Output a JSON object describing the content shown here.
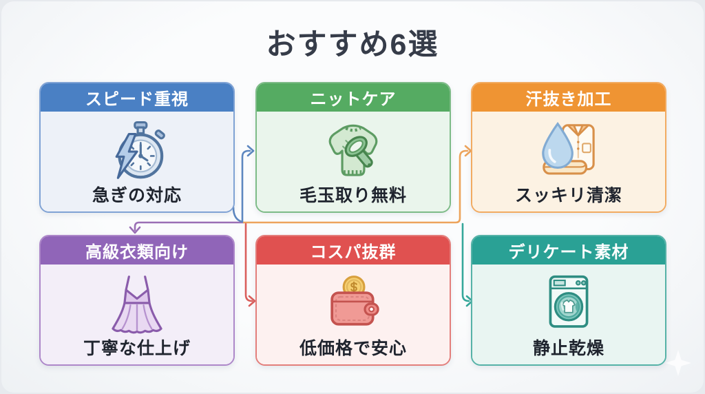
{
  "title": {
    "text": "おすすめ6選",
    "color": "#363c49"
  },
  "cards": [
    {
      "header": "スピード重視",
      "label": "急ぎの対応",
      "icon": "stopwatch-lightning-icon",
      "header_bg": "#4a80c4",
      "border": "#7fa2d4",
      "body_bg": "#edf1f8"
    },
    {
      "header": "ニットケア",
      "label": "毛玉取り無料",
      "icon": "sweater-lint-remover-icon",
      "header_bg": "#55ab62",
      "border": "#7dbb87",
      "body_bg": "#eaf5ec"
    },
    {
      "header": "汗抜き加工",
      "label": "スッキリ清潔",
      "icon": "water-drop-shirt-icon",
      "header_bg": "#ef9433",
      "border": "#f2ab61",
      "body_bg": "#fcf2e3"
    },
    {
      "header": "高級衣類向け",
      "label": "丁寧な仕上げ",
      "icon": "dress-icon",
      "header_bg": "#9065b8",
      "border": "#ad87c9",
      "body_bg": "#f3eef8"
    },
    {
      "header": "コスパ抜群",
      "label": "低価格で安心",
      "icon": "wallet-coin-icon",
      "header_bg": "#e05150",
      "border": "#e37e7b",
      "body_bg": "#fdf1f0"
    },
    {
      "header": "デリケート素材",
      "label": "静止乾燥",
      "icon": "washing-machine-icon",
      "header_bg": "#2aa195",
      "border": "#55b2a7",
      "body_bg": "#e9f5f2"
    }
  ],
  "arrows": {
    "speed_out": {
      "color": "#5d87c0"
    },
    "knit_in": {
      "color": "#5d87c0"
    },
    "luxury_in": {
      "color": "#9a6fb5"
    },
    "sweat_in": {
      "color": "#eda45c"
    },
    "cost_in": {
      "color": "#da5f5c"
    },
    "delicate_in": {
      "color": "#35a79a"
    }
  },
  "decoration": {
    "sparkle": "sparkle-icon"
  }
}
